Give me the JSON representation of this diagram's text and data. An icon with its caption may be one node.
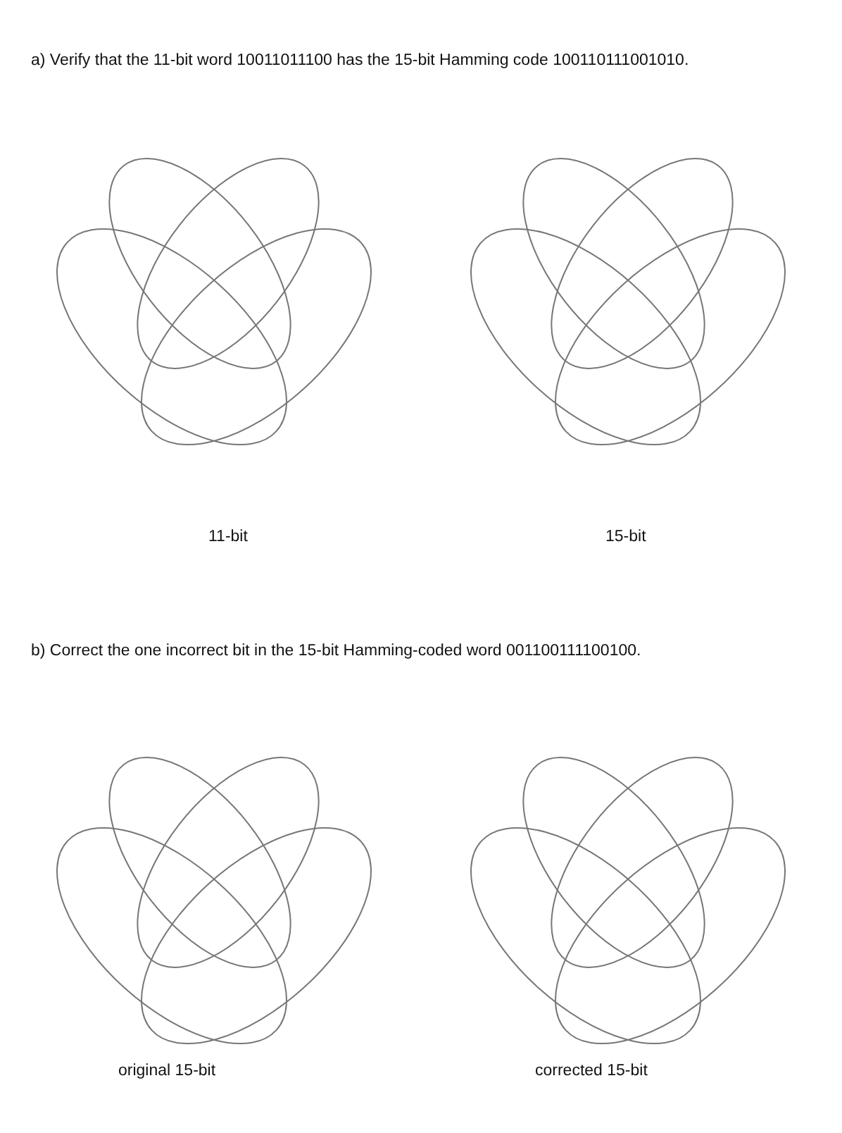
{
  "diagram": {
    "labels": [
      "a) Verify that the 11-bit word 10011011100 has the 15-bit Hamming code 100110111001010.",
      "11-bit",
      "15-bit",
      "b) Correct the one incorrect bit in the 15-bit Hamming-coded word 001100111100100.",
      "original 15-bit",
      "corrected 15-bit"
    ]
  }
}
